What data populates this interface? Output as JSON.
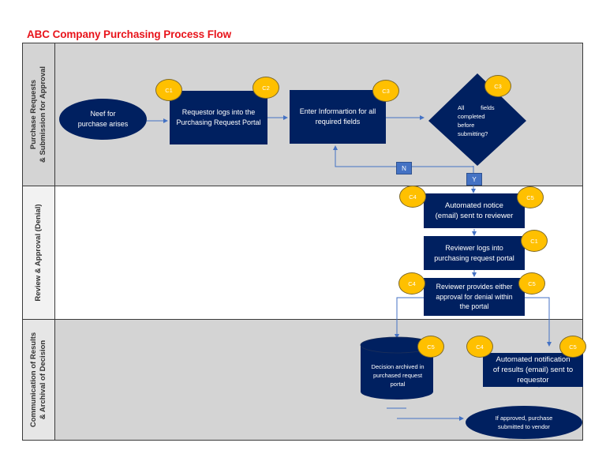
{
  "title": "ABC Company Purchasing Process Flow",
  "colors": {
    "title": "#e8141b",
    "shape_fill": "#002060",
    "badge_fill": "#ffc000",
    "connector": "#4472c4",
    "lane_gray": "#d4d4d4"
  },
  "lanes": [
    {
      "label": "Purchase Requests\n& Submission for Approval"
    },
    {
      "label": "Review & Approval (Denial)"
    },
    {
      "label": "Communication of Results\n& Archival of Decision"
    }
  ],
  "nodes": {
    "start": {
      "text": "Neef for\npurchase arises",
      "shape": "oval"
    },
    "login": {
      "text": "Requestor logs into the\nPurchasing Request Portal",
      "shape": "process"
    },
    "enter_info": {
      "text": "Enter Informartion for all\nrequired fields",
      "shape": "process"
    },
    "decision": {
      "text": "All          fields\ncompleted\nbefore\nsubmitting?",
      "shape": "decision"
    },
    "notice": {
      "text": "Automated notice\n(email) sent to reviewer",
      "shape": "process"
    },
    "reviewer_login": {
      "text": "Reviewer logs into\npurchasing request portal",
      "shape": "process"
    },
    "reviewer_decides": {
      "text": "Reviewer provides either\napproval for denial within\nthe portal",
      "shape": "process"
    },
    "archive": {
      "text": "Decision archived in\npurchased request\nportal",
      "shape": "database"
    },
    "notify": {
      "text": "Automated notification\nof results (email) sent to\nrequestor",
      "shape": "process"
    },
    "end": {
      "text": "If approved, purchase\nsubmitted to vendor",
      "shape": "oval"
    }
  },
  "badges": {
    "login_left": "C1",
    "login_right": "C2",
    "enter_info": "C3",
    "decision": "C3",
    "notice_left": "C4",
    "notice_right": "C5",
    "reviewer_login": "C1",
    "reviewer_decides_left": "C4",
    "reviewer_decides_right": "C5",
    "archive": "C5",
    "notify_left": "C4",
    "notify_right": "C5"
  },
  "branch_labels": {
    "no": "N",
    "yes": "Y"
  }
}
